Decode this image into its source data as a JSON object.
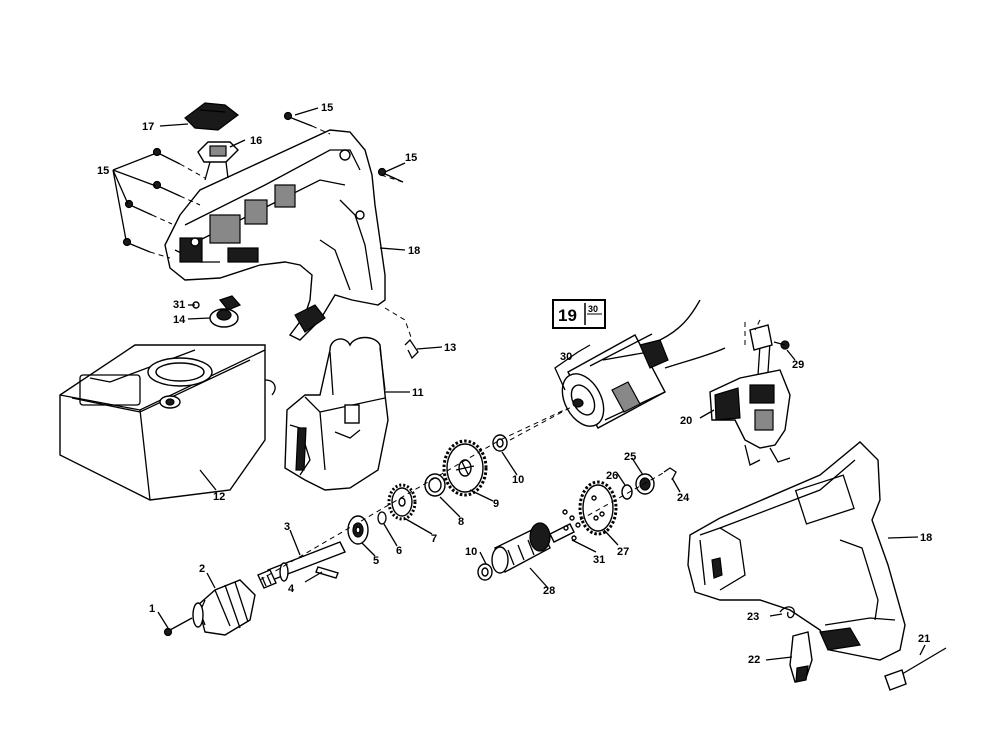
{
  "callouts": {
    "c1": "1",
    "c2": "2",
    "c3": "3",
    "c4": "4",
    "c5": "5",
    "c6": "6",
    "c7": "7",
    "c8": "8",
    "c9": "9",
    "c10a": "10",
    "c10b": "10",
    "c11": "11",
    "c12": "12",
    "c13": "13",
    "c14": "14",
    "c15a": "15",
    "c15b": "15",
    "c15c": "15",
    "c16": "16",
    "c17": "17",
    "c18a": "18",
    "c18b": "18",
    "c20": "20",
    "c21": "21",
    "c22": "22",
    "c23": "23",
    "c24": "24",
    "c25": "25",
    "c26": "26",
    "c27": "27",
    "c28": "28",
    "c29": "29",
    "c30": "30",
    "c31a": "31",
    "c31b": "31"
  },
  "kit_box": {
    "main": "19",
    "sub": "30"
  }
}
